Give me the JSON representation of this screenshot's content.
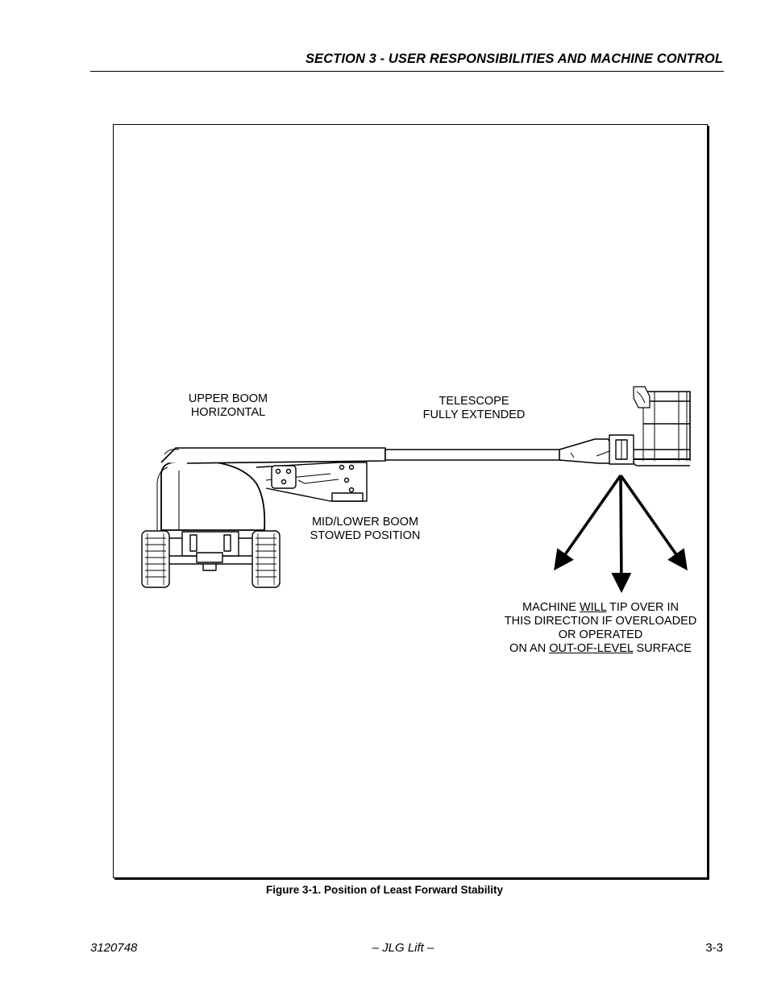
{
  "header": {
    "title": "SECTION 3 - USER RESPONSIBILITIES AND MACHINE CONTROL"
  },
  "figure": {
    "labels": {
      "upper_boom": [
        "UPPER BOOM",
        "HORIZONTAL"
      ],
      "telescope": [
        "TELESCOPE",
        "FULLY EXTENDED"
      ],
      "mid_lower_boom": [
        "MID/LOWER BOOM",
        "STOWED POSITION"
      ],
      "warning": {
        "line1_pre": "MACHINE ",
        "line1_underlined": "WILL",
        "line1_post": " TIP OVER IN",
        "line2": "THIS DIRECTION IF OVERLOADED",
        "line3": "OR OPERATED",
        "line4_pre": "ON AN ",
        "line4_underlined": "OUT-OF-LEVEL",
        "line4_post": " SURFACE"
      }
    },
    "caption": "Figure 3-1.  Position of Least Forward Stability"
  },
  "footer": {
    "left": "3120748",
    "center": "– JLG Lift –",
    "right": "3-3"
  }
}
